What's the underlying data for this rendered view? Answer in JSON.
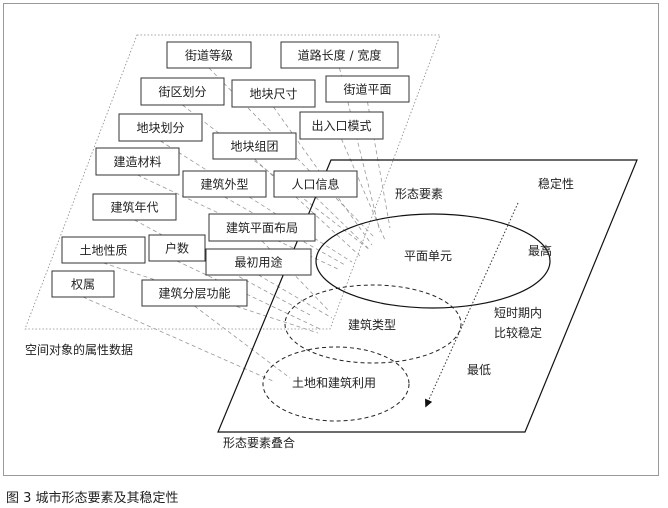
{
  "attribute_boxes": [
    "街道等级",
    "道路长度 / 宽度",
    "街区划分",
    "地块尺寸",
    "街道平面",
    "地块划分",
    "出入口模式",
    "地块组团",
    "建造材料",
    "建筑外型",
    "人口信息",
    "建筑年代",
    "建筑平面布局",
    "土地性质",
    "户数",
    "最初用途",
    "权属",
    "建筑分层功能"
  ],
  "attribute_plane_label": "空间对象的属性数据",
  "overlay_plane_label": "形态要素叠合",
  "form_elements_label": "形态要素",
  "stability_label": "稳定性",
  "ellipses": {
    "plan_unit": "平面单元",
    "building_type": "建筑类型",
    "land_use": "土地和建筑利用"
  },
  "stability_levels": {
    "highest": "最高",
    "mid_line1": "短时期内",
    "mid_line2": "比较稳定",
    "lowest": "最低"
  },
  "caption": "图 3  城市形态要素及其稳定性"
}
